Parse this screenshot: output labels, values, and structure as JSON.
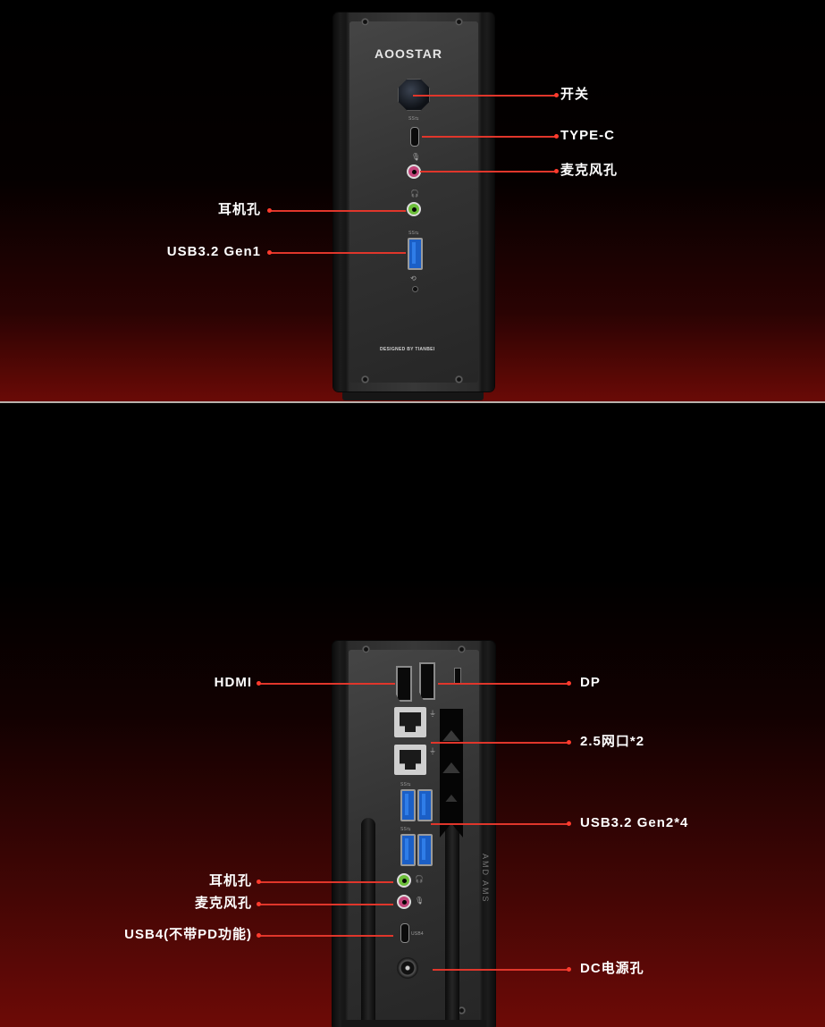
{
  "top": {
    "brand": "AOOSTAR",
    "designed": "DESIGNED BY TIANBEI",
    "labels": {
      "power": "开关",
      "typec": "TYPE-C",
      "mic": "麦克风孔",
      "headphone": "耳机孔",
      "usb": "USB3.2 Gen1"
    }
  },
  "bottom": {
    "side_text": "AMD AMS",
    "labels": {
      "hdmi": "HDMI",
      "dp": "DP",
      "lan": "2.5网口*2",
      "usb": "USB3.2 Gen2*4",
      "headphone": "耳机孔",
      "mic": "麦克风孔",
      "usb4": "USB4(不带PD功能)",
      "dc": "DC电源孔"
    }
  },
  "colors": {
    "callout_line": "#e0362b",
    "usb_blue": "#1b5fc6",
    "mic_pink": "#c2447a",
    "headphone_green": "#6cbf3a"
  }
}
